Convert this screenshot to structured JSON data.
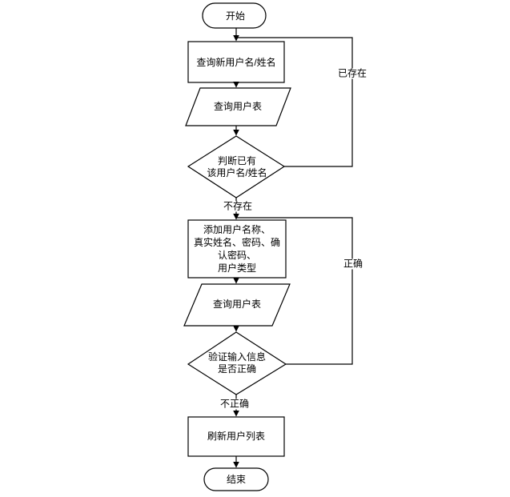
{
  "diagram": {
    "nodes": {
      "start": {
        "label": "开始",
        "shape": "terminator"
      },
      "query_new_user": {
        "label": "查询新用户名/姓名",
        "shape": "process"
      },
      "query_user_table_1": {
        "label": "查询用户表",
        "shape": "data"
      },
      "check_exists": {
        "label": "判断已有\n该用户名/姓名",
        "shape": "decision"
      },
      "add_user_info": {
        "label": "添加用户名称、\n真实姓名、密码、确\n认密码、\n用户类型",
        "shape": "process"
      },
      "query_user_table_2": {
        "label": "查询用户表",
        "shape": "data"
      },
      "verify_input": {
        "label": "验证输入信息\n是否正确",
        "shape": "decision"
      },
      "refresh_user_list": {
        "label": "刷新用户列表",
        "shape": "process"
      },
      "end": {
        "label": "结束",
        "shape": "terminator"
      }
    },
    "edge_labels": {
      "exists": "已存在",
      "not_exists": "不存在",
      "correct": "正确",
      "incorrect": "不正确"
    },
    "colors": {
      "line": "#000000",
      "fill": "#ffffff",
      "text": "#000000"
    }
  }
}
